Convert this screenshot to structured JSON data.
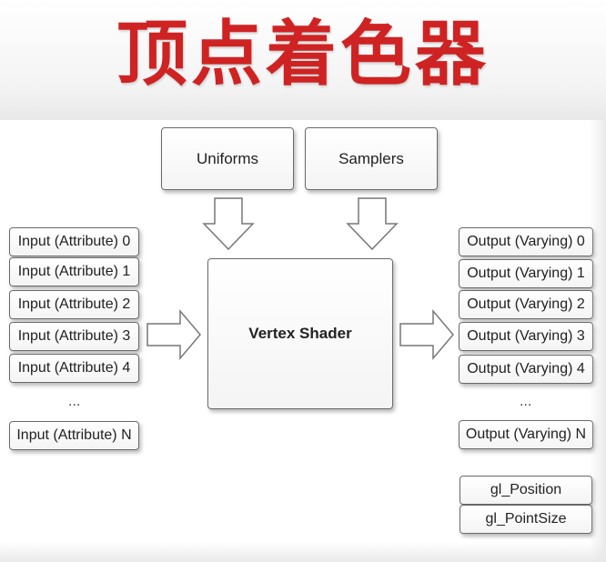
{
  "title": "顶点着色器",
  "diagram": {
    "uniforms_label": "Uniforms",
    "samplers_label": "Samplers",
    "shader_label": "Vertex Shader",
    "inputs": [
      "Input (Attribute) 0",
      "Input (Attribute) 1",
      "Input (Attribute) 2",
      "Input (Attribute) 3",
      "Input (Attribute) 4"
    ],
    "input_ellipsis": "...",
    "input_last": "Input (Attribute) N",
    "outputs": [
      "Output (Varying) 0",
      "Output (Varying) 1",
      "Output (Varying) 2",
      "Output (Varying) 3",
      "Output (Varying) 4"
    ],
    "output_ellipsis": "...",
    "output_last": "Output (Varying) N",
    "builtins": [
      "gl_Position",
      "gl_PointSize"
    ]
  },
  "colors": {
    "title": "#cf2323",
    "border": "#6a6a6a",
    "box_fill": "#ffffff"
  }
}
